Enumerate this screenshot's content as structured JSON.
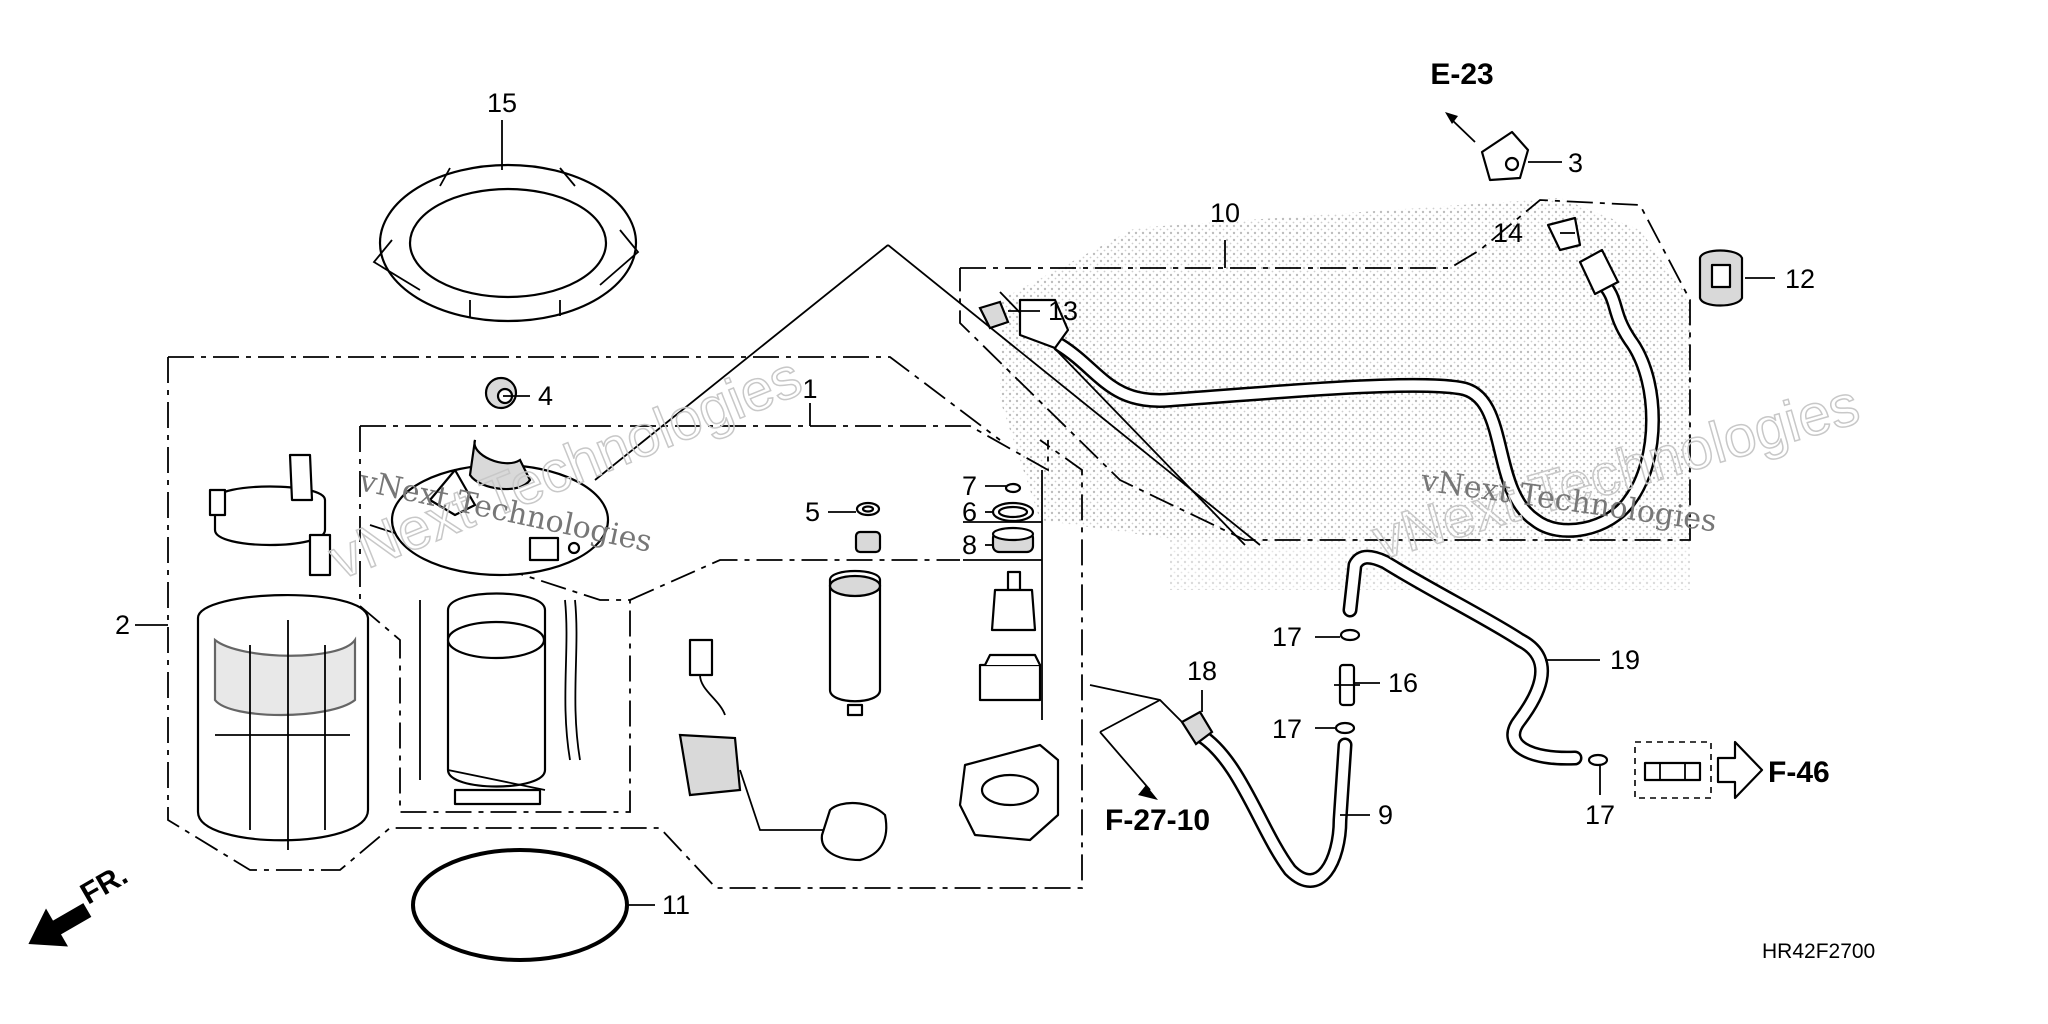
{
  "callouts": [
    "1",
    "2",
    "3",
    "4",
    "5",
    "6",
    "7",
    "8",
    "9",
    "10",
    "11",
    "12",
    "13",
    "14",
    "15",
    "16",
    "17",
    "18",
    "19"
  ],
  "refs": {
    "e23": "E-23",
    "f2710": "F-27-10",
    "f46": "F-46"
  },
  "direction_label": "FR.",
  "diagram_code": "HR42F2700",
  "watermark": "vNext Technologies",
  "colors": {
    "ink": "#000000",
    "shading": "#bdbdbd",
    "watermark": "#777777"
  }
}
